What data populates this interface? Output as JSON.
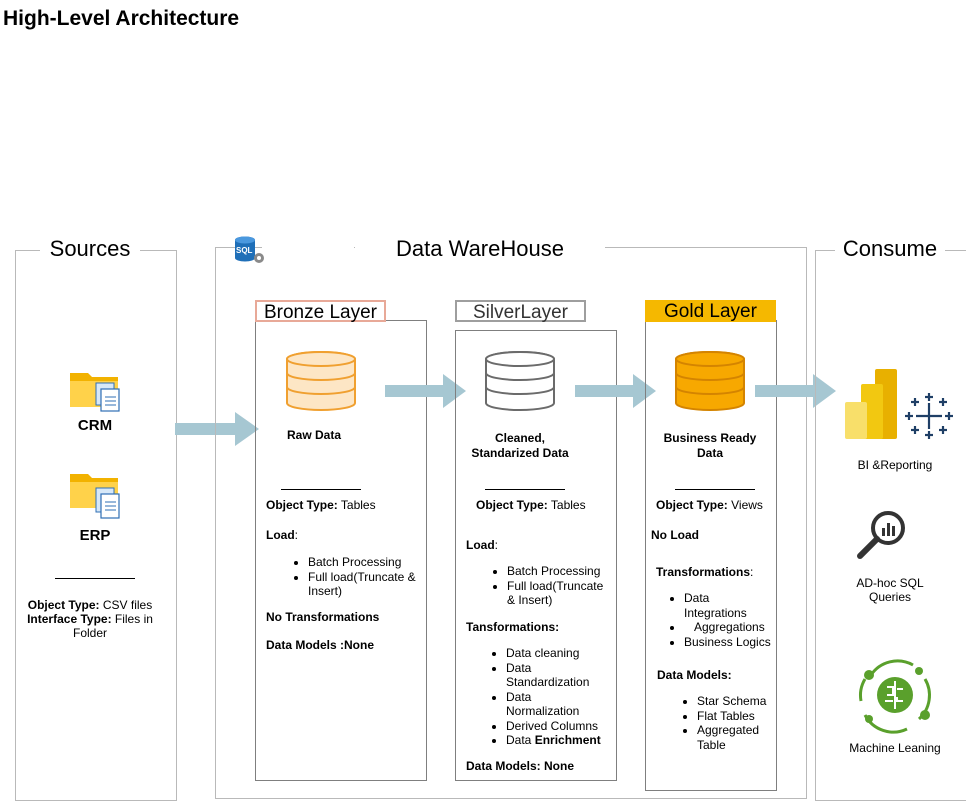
{
  "title": "High-Level Architecture",
  "sources": {
    "title": "Sources",
    "crm_label": "CRM",
    "erp_label": "ERP",
    "object_type_key": "Object Type:",
    "object_type_val": " CSV files",
    "interface_type_key": "Interface Type:",
    "interface_type_val": " Files in Folder"
  },
  "warehouse": {
    "title": "Data WareHouse",
    "sql_badge": "SQL"
  },
  "bronze": {
    "title": "Bronze Layer",
    "caption": "Raw Data",
    "object_type_key": "Object Type:",
    "object_type_val": " Tables",
    "load_key": "Load",
    "load_items": [
      "Batch Processing",
      "Full load(Truncate & Insert)"
    ],
    "transformations": "No Transformations",
    "data_models": "Data Models :None",
    "color": "#e8a998"
  },
  "silver": {
    "title": "SilverLayer",
    "caption": "Cleaned, Standarized Data",
    "object_type_key": "Object Type:",
    "object_type_val": " Tables",
    "load_key": "Load",
    "load_items": [
      "Batch Processing",
      "Full load(Truncate & Insert)"
    ],
    "transformations_key": "Tansformations:",
    "transform_items": [
      "Data cleaning",
      "Data Standardization",
      "Data Normalization",
      "Derived Columns"
    ],
    "transform_last_prefix": "Data ",
    "transform_last_bold": "Enrichment",
    "data_models": "Data Models: None",
    "color": "#9e9e9e"
  },
  "gold": {
    "title": "Gold Layer",
    "caption": "Business Ready Data",
    "object_type_key": "Object Type:",
    "object_type_val": " Views",
    "load": "No Load",
    "transformations_key": "Transformations",
    "transform_items": [
      "Data Integrations",
      "Aggregations",
      "Business Logics"
    ],
    "data_models_key": "Data Models:",
    "model_items": [
      "Star Schema",
      "Flat Tables",
      "Aggregated Table"
    ],
    "color": "#f5b800"
  },
  "consume": {
    "title": "Consume",
    "bi": "BI &Reporting",
    "adhoc": "AD-hoc SQL Queries",
    "ml": "Machine Leaning"
  }
}
